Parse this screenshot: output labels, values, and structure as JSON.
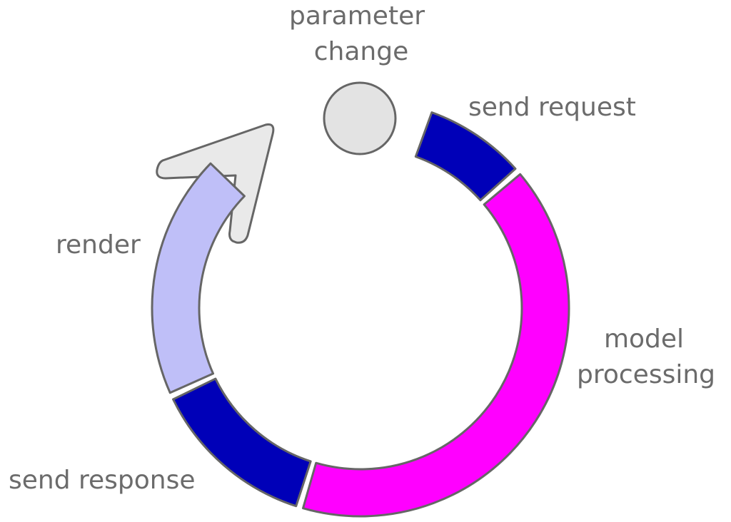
{
  "diagram": {
    "labels": {
      "parameter_change_line1": "parameter",
      "parameter_change_line2": "change",
      "send_request": "send request",
      "model_processing_line1": "model",
      "model_processing_line2": "processing",
      "send_response": "send response",
      "render": "render"
    },
    "segments": [
      {
        "name": "send-request",
        "start_deg": 20,
        "end_deg": 48,
        "color": "#0000b8"
      },
      {
        "name": "model-processing",
        "start_deg": 50,
        "end_deg": 196,
        "color": "#ff00ff"
      },
      {
        "name": "send-response",
        "start_deg": 198,
        "end_deg": 244,
        "color": "#0000b8"
      },
      {
        "name": "render",
        "start_deg": 246,
        "end_deg": 314,
        "color": "#bfbff8"
      }
    ],
    "colors": {
      "outline": "#666666",
      "label_text": "#6b6b6b",
      "start_circle_fill": "#e3e3e3",
      "arrow_fill": "#e9e9e9"
    }
  }
}
